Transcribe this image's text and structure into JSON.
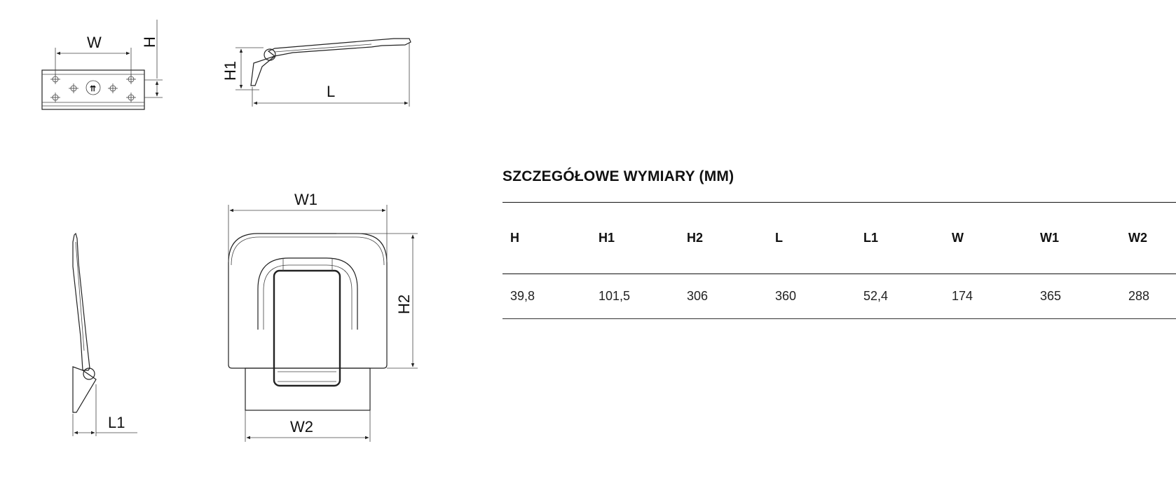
{
  "drawing_labels": {
    "w": "W",
    "h": "H",
    "h1": "H1",
    "l": "L",
    "w1": "W1",
    "h2": "H2",
    "l1": "L1",
    "w2": "W2"
  },
  "specs": {
    "title": "SZCZEGÓŁOWE WYMIARY (MM)",
    "headers": [
      "H",
      "H1",
      "H2",
      "L",
      "L1",
      "W",
      "W1",
      "W2"
    ],
    "values": [
      "39,8",
      "101,5",
      "306",
      "360",
      "52,4",
      "174",
      "365",
      "288"
    ]
  }
}
